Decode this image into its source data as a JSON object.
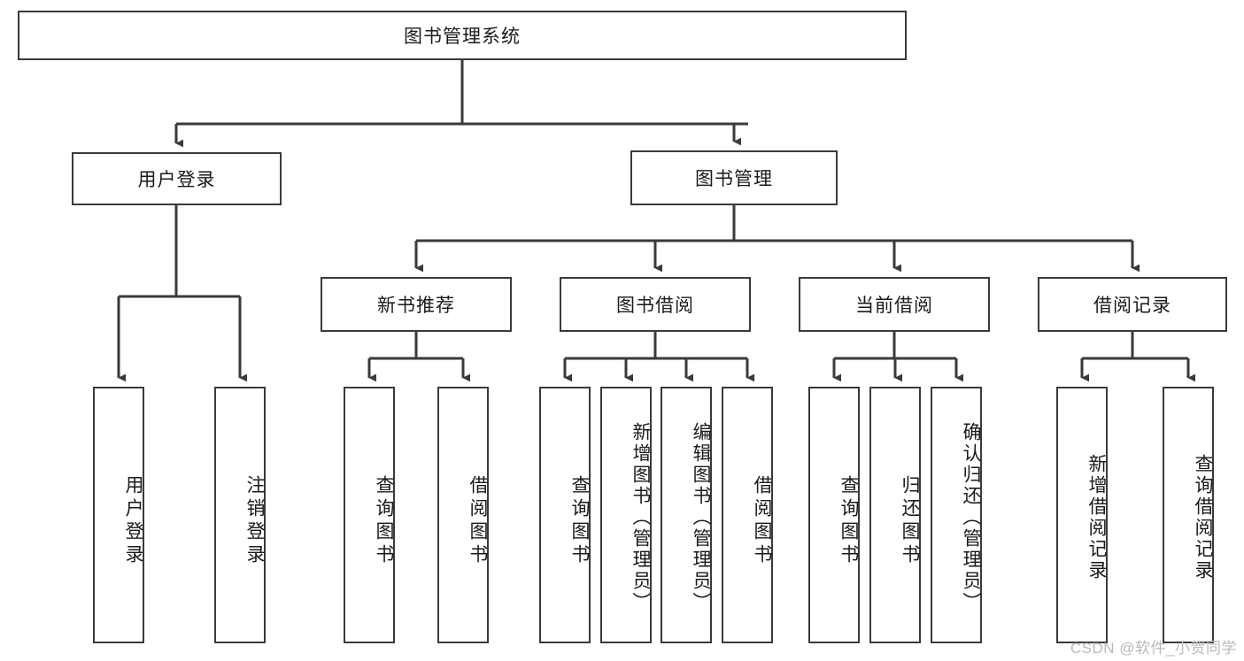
{
  "diagram": {
    "title": "图书管理系统",
    "root": {
      "label": "图书管理系统"
    },
    "level2": [
      {
        "label": "用户登录"
      },
      {
        "label": "图书管理"
      }
    ],
    "level3": [
      {
        "label": "新书推荐"
      },
      {
        "label": "图书借阅"
      },
      {
        "label": "当前借阅"
      },
      {
        "label": "借阅记录"
      }
    ],
    "leaves": {
      "user_login": [
        {
          "label": "用户登录"
        },
        {
          "label": "注销登录"
        }
      ],
      "new_book_recommend": [
        {
          "label": "查询图书"
        },
        {
          "label": "借阅图书"
        }
      ],
      "book_borrow": [
        {
          "label": "查询图书"
        },
        {
          "label": "新增图书（管理员）"
        },
        {
          "label": "编辑图书（管理员）"
        },
        {
          "label": "借阅图书"
        }
      ],
      "current_borrow": [
        {
          "label": "查询图书"
        },
        {
          "label": "归还图书"
        },
        {
          "label": "确认归还（管理员）"
        }
      ],
      "borrow_records": [
        {
          "label": "新增借阅记录"
        },
        {
          "label": "查询借阅记录"
        }
      ]
    }
  },
  "watermark": {
    "text": "CSDN @软件_小贺同学"
  },
  "colors": {
    "stroke": "#3a3a3a",
    "text": "#1a1a1a",
    "background": "#ffffff",
    "watermark": "#b9b9b9"
  }
}
